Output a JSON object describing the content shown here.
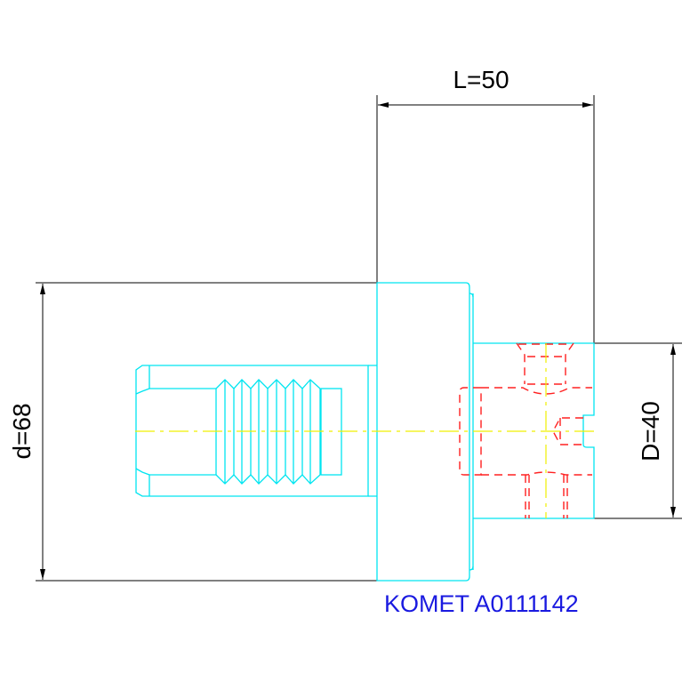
{
  "dimensions": {
    "length_label": "L=50",
    "outer_diameter_label": "d=68",
    "shank_diameter_label": "D=40"
  },
  "part_label": "KOMET A0111142",
  "colors": {
    "outline": "#00e5f0",
    "hidden_lines": "#ff2020",
    "centerline": "#f0f000",
    "dimension": "#000000",
    "label": "#1a1ae0"
  }
}
